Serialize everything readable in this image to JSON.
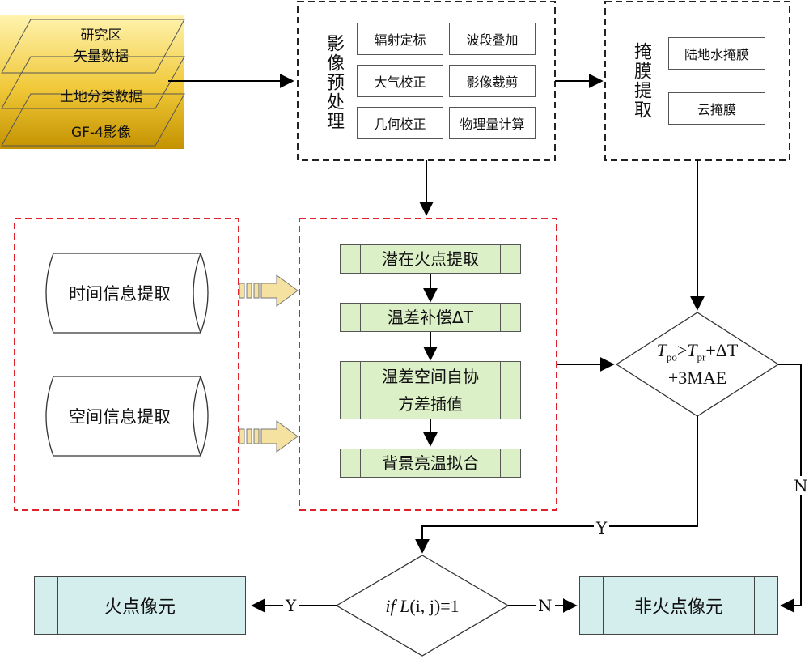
{
  "input_layers": {
    "layer1": [
      "研究区",
      "矢量数据"
    ],
    "layer2": "土地分类数据",
    "layer3": "GF-4影像"
  },
  "preprocess": {
    "title": "影像预处理",
    "items": [
      "辐射定标",
      "波段叠加",
      "大气校正",
      "影像裁剪",
      "几何校正",
      "物理量计算"
    ]
  },
  "mask": {
    "title": "掩膜提取",
    "items": [
      "陆地水掩膜",
      "云掩膜"
    ]
  },
  "info": {
    "temporal": "时间信息提取",
    "spatial": "空间信息提取"
  },
  "process": {
    "steps": [
      "潜在火点提取",
      "温差补偿ΔT",
      "温差空间自协方差插值",
      "背景亮温拟合"
    ],
    "step3_lines": [
      "温差空间自协",
      "方差插值"
    ]
  },
  "decision1": {
    "T": "T",
    "sub_po": "po",
    "gt": ">",
    "sub_pr": "pr",
    "plus_delta": "+ΔT",
    "line2": "+3MAE"
  },
  "decision2": {
    "if": "if",
    "L": "L",
    "args": "(i, j)",
    "cond": "≡1"
  },
  "results": {
    "fire": "火点像元",
    "nonfire": "非火点像元"
  },
  "edge_labels": {
    "y": "Y",
    "n": "N"
  },
  "colors": {
    "gold_light": "#fff2a8",
    "gold_dark": "#c99a00",
    "green_fill": "#dcf0c8",
    "cyan_fill": "#d4eeee",
    "red_dash": "#e0202a",
    "black_dash": "#222222",
    "arrow_fill": "#f5e2a0"
  }
}
